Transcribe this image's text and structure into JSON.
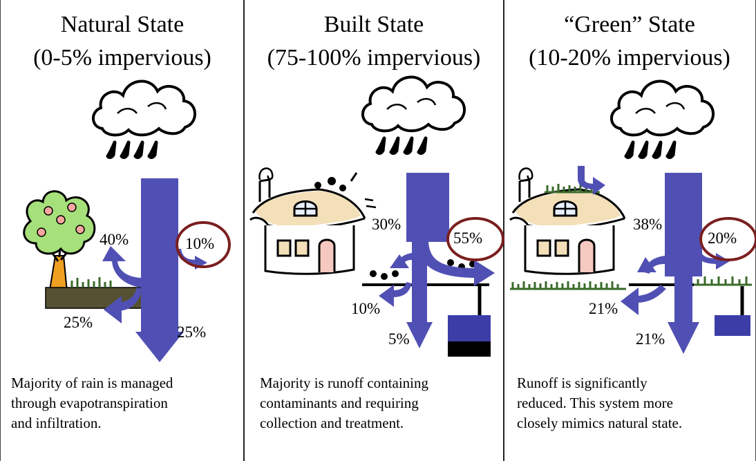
{
  "panels": [
    {
      "title": "Natural State",
      "subtitle": "(0-5% impervious)",
      "description": "Majority of rain is managed\nthrough evapotranspiration\nand infiltration.",
      "labels": {
        "evapotranspiration": "40%",
        "runoff": "10%",
        "shallow_infiltration": "25%",
        "deep_infiltration": "25%"
      }
    },
    {
      "title": "Built State",
      "subtitle": "(75-100% impervious)",
      "description": "Majority is runoff containing\ncontaminants and requiring\ncollection and treatment.",
      "labels": {
        "evapotranspiration": "30%",
        "runoff": "55%",
        "shallow_infiltration": "10%",
        "deep_infiltration": "5%"
      }
    },
    {
      "title": "“Green” State",
      "subtitle": "(10-20% impervious)",
      "description": "Runoff is significantly\nreduced. This system more\nclosely mimics natural state.",
      "labels": {
        "evapotranspiration": "38%",
        "runoff": "20%",
        "shallow_infiltration": "21%",
        "deep_infiltration": "21%"
      }
    }
  ],
  "colors": {
    "arrow": "#5050b4",
    "circle": "#7a1f1f",
    "grass": "#3a6b2a",
    "ground": "#565132",
    "tank": "#3d3da8"
  }
}
